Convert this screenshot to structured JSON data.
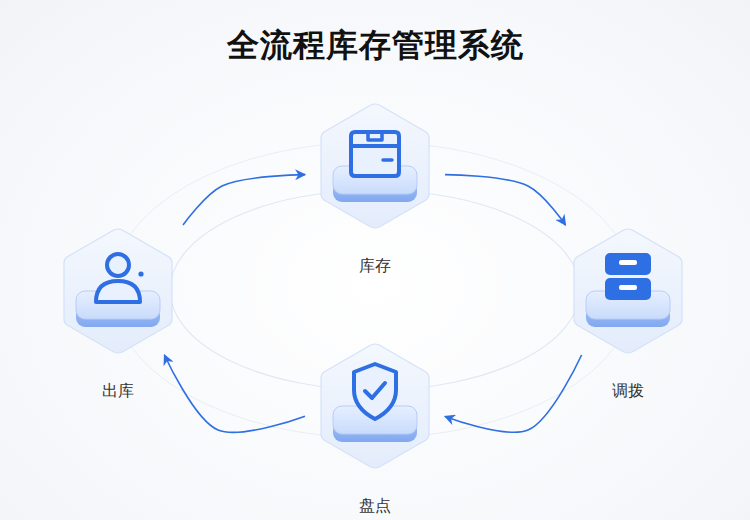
{
  "diagram": {
    "title": "全流程库存管理系统",
    "nodes": [
      {
        "text": [
          "库存"
        ]
      },
      {
        "text": [
          "出库"
        ]
      },
      {
        "text": [
          "调拨"
        ]
      },
      {
        "text": [
          "盘点"
        ]
      }
    ],
    "edges": [
      {
        "from": 1,
        "to": 0,
        "arrow": "to"
      },
      {
        "from": 0,
        "to": 2,
        "arrow": "to"
      },
      {
        "from": 2,
        "to": 3,
        "arrow": "to"
      },
      {
        "from": 3,
        "to": 1,
        "arrow": "to"
      }
    ]
  }
}
